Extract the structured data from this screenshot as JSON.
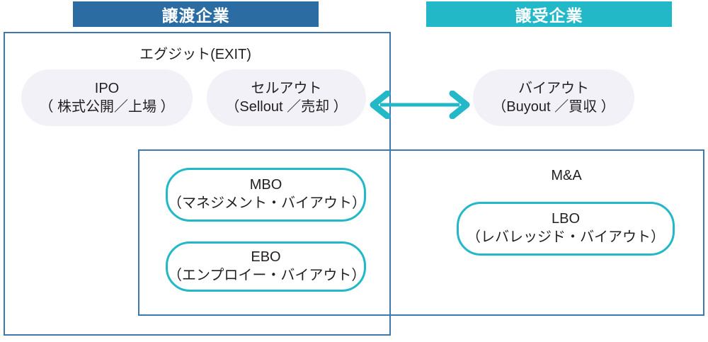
{
  "banners": {
    "transferor": "譲渡企業",
    "transferee": "譲受企業"
  },
  "labels": {
    "exit": "エグジット(EXIT)",
    "ma": "M&A"
  },
  "pills": [
    {
      "id": "ipo",
      "line1": "IPO",
      "line2": "（ 株式公開／上場 ）"
    },
    {
      "id": "sellout",
      "line1": "セルアウト",
      "line2": "（Sellout ／売却 ）"
    },
    {
      "id": "buyout",
      "line1": "バイアウト",
      "line2": "（Buyout ／買収 ）"
    }
  ],
  "boxes": [
    {
      "id": "mbo",
      "line1": "MBO",
      "line2": "（マネジメント・バイアウト）"
    },
    {
      "id": "ebo",
      "line1": "EBO",
      "line2": "（エンプロイー・バイアウト）"
    },
    {
      "id": "lbo",
      "line1": "LBO",
      "line2": "（レバレッジド・バイアウト）"
    }
  ],
  "arrow": {
    "name": "double-headed-arrow",
    "direction": "both"
  },
  "colors": {
    "transferor_blue": "#2B6CA3",
    "transferee_teal": "#22B8C8",
    "frame_blue": "#3C79B0",
    "pill_bg": "#F2F1F7",
    "text": "#231f20"
  }
}
